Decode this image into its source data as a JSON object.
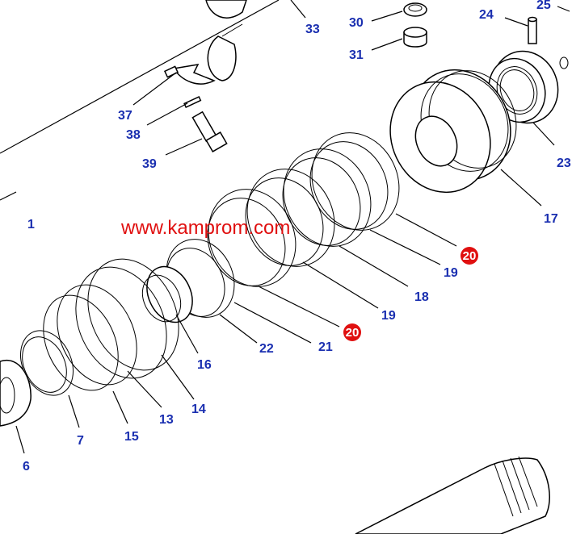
{
  "watermark": "www.kamprom.com",
  "labels": {
    "l1": "1",
    "l6": "6",
    "l7": "7",
    "l13": "13",
    "l14": "14",
    "l15": "15",
    "l16": "16",
    "l17": "17",
    "l18": "18",
    "l19a": "19",
    "l19b": "19",
    "l20a": "20",
    "l20b": "20",
    "l21": "21",
    "l22": "22",
    "l23": "23",
    "l24": "24",
    "l25": "25",
    "l30": "30",
    "l31": "31",
    "l33": "33",
    "l37": "37",
    "l38": "38",
    "l39": "39"
  },
  "colors": {
    "label": "#1a2fb0",
    "highlight": "#e01010",
    "watermark": "#e01010"
  }
}
